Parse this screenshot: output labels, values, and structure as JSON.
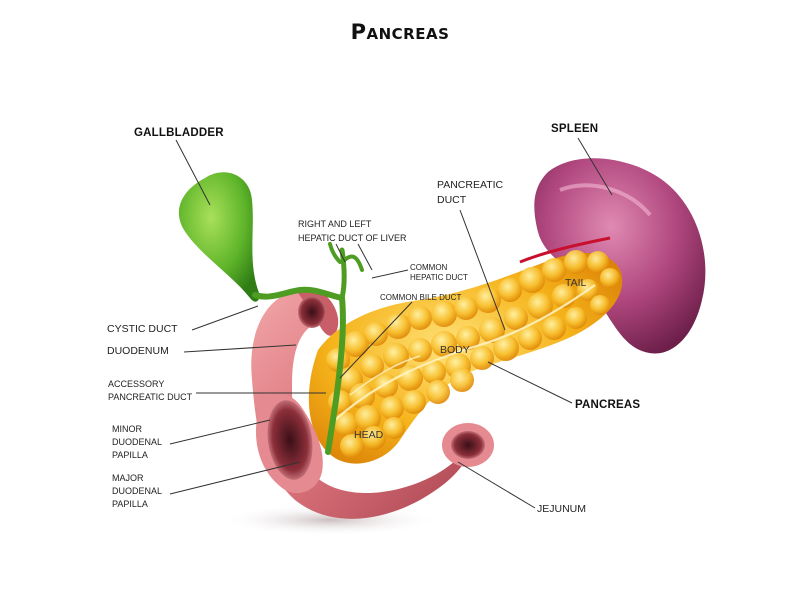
{
  "title": "Pancreas",
  "labels": {
    "gallbladder": "GALLBLADDER",
    "spleen": "SPLEEN",
    "pancreatic_duct_1": "PANCREATIC",
    "pancreatic_duct_2": "DUCT",
    "hepatic_duct_1": "RIGHT AND LEFT",
    "hepatic_duct_2": "HEPATIC DUCT OF LIVER",
    "common_hepatic_1": "COMMON",
    "common_hepatic_2": "HEPATIC DUCT",
    "common_bile": "COMMON BILE DUCT",
    "cystic_duct": "CYSTIC DUCT",
    "duodenum": "DUODENUM",
    "accessory_1": "ACCESSORY",
    "accessory_2": "PANCREATIC DUCT",
    "minor_1": "MINOR",
    "minor_2": "DUODENAL",
    "minor_3": "PAPILLA",
    "major_1": "MAJOR",
    "major_2": "DUODENAL",
    "major_3": "PAPILLA",
    "tail": "TAIL",
    "body": "BODY",
    "head": "HEAD",
    "pancreas": "PANCREAS",
    "jejunum": "JEJUNUM"
  },
  "colors": {
    "gallbladder": "#5fb52a",
    "spleen": "#b0477e",
    "pancreas": "#f0a20a",
    "duodenum": "#d9727a",
    "leader_line": "#333333"
  }
}
